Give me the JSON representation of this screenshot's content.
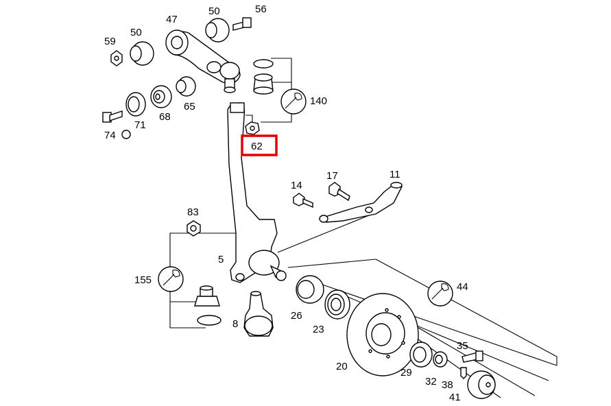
{
  "labels": {
    "p47": "47",
    "p50a": "50",
    "p56": "56",
    "p59": "59",
    "p50b": "50",
    "p65": "65",
    "p68": "68",
    "p71": "71",
    "p74": "74",
    "p140": "140",
    "p62": "62",
    "p14": "14",
    "p17": "17",
    "p11": "11",
    "p83": "83",
    "p5": "5",
    "p155": "155",
    "p44": "44",
    "p8": "8",
    "p26": "26",
    "p23": "23",
    "p20": "20",
    "p35": "35",
    "p29": "29",
    "p32": "32",
    "p38": "38",
    "p41": "41"
  },
  "highlight_color": "#e60000",
  "icons": {
    "wrench": "wrench-icon"
  }
}
